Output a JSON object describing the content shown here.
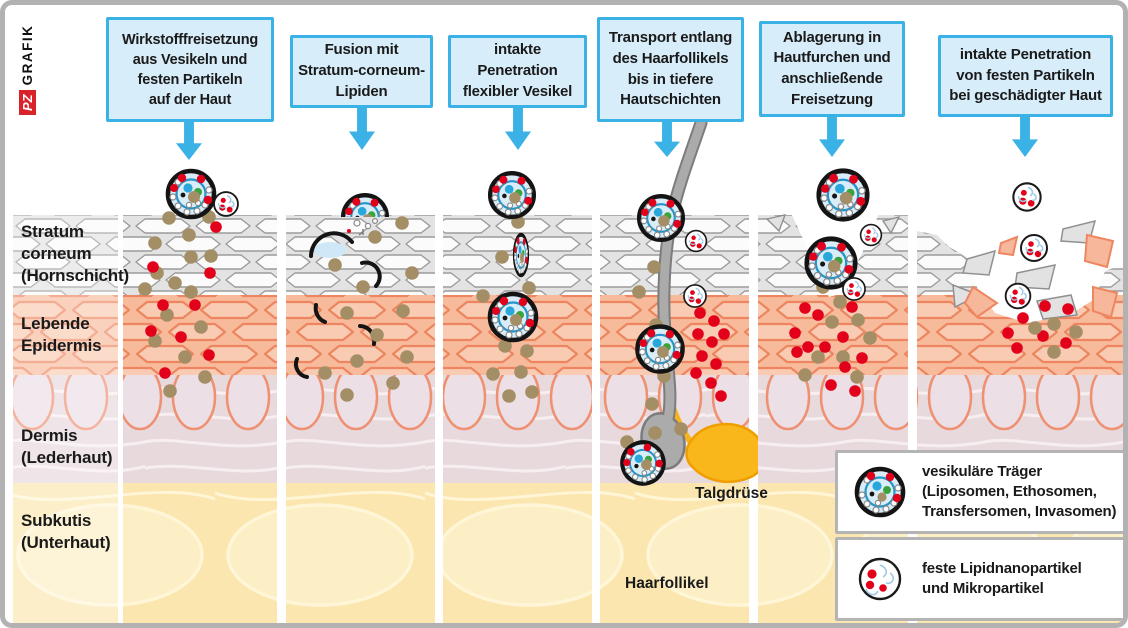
{
  "logo": {
    "badge": "PZ",
    "text": "GRAFIK"
  },
  "callouts": [
    "Wirkstofffreisetzung\naus Vesikeln und\nfesten Partikeln\nauf der Haut",
    "Fusion mit\nStratum-corneum-\nLipiden",
    "intakte\nPenetration\nflexibler Vesikel",
    "Transport entlang\ndes Haarfollikels\nbis in tiefere\nHautschichten",
    "Ablagerung in\nHautfurchen und\nanschließende\nFreisetzung",
    "intakte Penetration\nvon festen Partikeln\nbei geschädigter Haut"
  ],
  "skin_layers": [
    "Stratum\ncorneum\n(Hornschicht)",
    "Lebende\nEpidermis",
    "Dermis\n(Lederhaut)",
    "Subkutis\n(Unterhaut)"
  ],
  "annotations": {
    "sebaceous_gland": "Talgdrüse",
    "hair_follicle": "Haarfollikel"
  },
  "legend": [
    "vesikuläre Träger\n(Liposomen, Ethosomen,\nTransfersomen, Invasomen)",
    "feste Lipidnanopartikel\nund Mikropartikel"
  ],
  "colors": {
    "accent_cyan": "#3ab2e6",
    "callout_fill": "#d7edfa",
    "red_particle": "#e2001a",
    "brown_particle": "#a38e66",
    "stratum_corneum": "#e3e3e3",
    "epidermis": "#f7bb9c",
    "dermis": "#e8d9dd",
    "subcutis": "#fbe6af",
    "hair": "#ababab",
    "sebum": "#f6b71e",
    "logo_red": "#d8232a"
  }
}
